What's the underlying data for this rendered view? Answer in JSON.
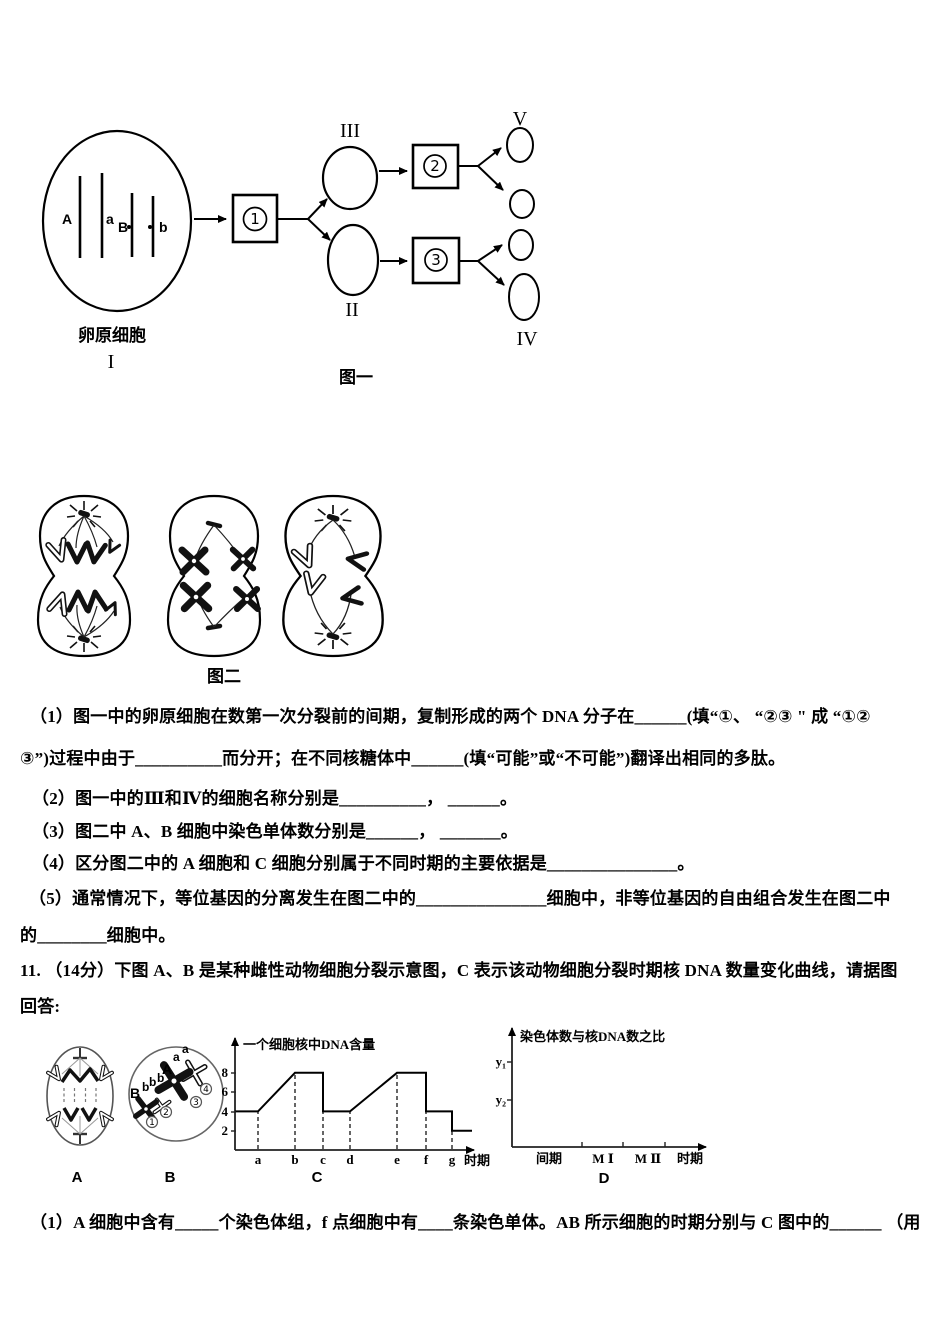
{
  "page": {
    "background": "#ffffff",
    "ink": "#000000"
  },
  "figure1": {
    "caption": "图一",
    "oogonium": {
      "name": "卵原细胞",
      "numeral": "I",
      "chromosome_labels": [
        "A",
        "a",
        "B",
        "b"
      ]
    },
    "boxes": [
      "1",
      "2",
      "3"
    ],
    "secondary_cells": {
      "top": "III",
      "bottom": "II"
    },
    "products": {
      "top": "V",
      "bottom": "IV"
    }
  },
  "figure2": {
    "caption": "图二"
  },
  "questions": {
    "q1_line1": "（1）图一中的卵原细胞在数第一次分裂前的间期，复制形成的两个 DNA 分子在______(填“①、 “②③ \" 成 “①②",
    "q1_line2": "③”)过程中由于__________而分开；在不同核糖体中______(填“可能”或“不可能”)翻译出相同的多肽。",
    "q2": "（2）图一中的Ⅲ和Ⅳ的细胞名称分别是__________， ______。",
    "q3": "（3）图二中 A、B 细胞中染色单体数分别是______， _______。",
    "q4": "（4）区分图二中的 A 细胞和 C 细胞分别属于不同时期的主要依据是_______________。",
    "q5_line1": "（5）通常情况下，等位基因的分离发生在图二中的_______________细胞中，非等位基因的自由组合发生在图二中",
    "q5_line2": "的________细胞中。",
    "q11_intro_line1": "11. （14分）下图 A、B 是某种雌性动物细胞分裂示意图，C 表示该动物细胞分裂时期核 DNA 数量变化曲线，请据图",
    "q11_intro_line2": "回答:",
    "q11_sub1": "（1）A 细胞中含有_____个染色体组，f 点细胞中有____条染色单体。AB 所示细胞的时期分别与 C 图中的______ （用"
  },
  "q11_figure": {
    "cell_a_label": "A",
    "cell_b_label": "B",
    "cell_b": {
      "letters_top": [
        "A",
        "a",
        "a"
      ],
      "letters_bottom": [
        "B",
        "b",
        "b",
        "b"
      ],
      "numbers": [
        "1",
        "2",
        "3",
        "4"
      ]
    }
  },
  "chart_data": [
    {
      "panel_label": "C",
      "type": "line",
      "title": "一个细胞核中DNA含量",
      "xlabel": "时期",
      "x_ticks": [
        "a",
        "b",
        "c",
        "d",
        "e",
        "f",
        "g"
      ],
      "y_ticks": [
        "8",
        "6",
        "4",
        "2"
      ],
      "ylim": [
        0,
        9
      ],
      "grid": false,
      "curve": [
        [
          "start",
          4
        ],
        [
          "a",
          4
        ],
        [
          "b",
          8
        ],
        [
          "c",
          8
        ],
        [
          "c",
          4
        ],
        [
          "d",
          4
        ],
        [
          "e",
          8
        ],
        [
          "f",
          8
        ],
        [
          "f",
          4
        ],
        [
          "g",
          4
        ],
        [
          "g",
          2
        ],
        [
          "end",
          2
        ]
      ],
      "guides": [
        [
          "a",
          4
        ],
        [
          "b",
          8
        ],
        [
          "c",
          8
        ],
        [
          "d",
          4
        ],
        [
          "e",
          8
        ],
        [
          "f",
          8
        ],
        [
          "g",
          4
        ]
      ]
    },
    {
      "panel_label": "D",
      "type": "line",
      "title": "染色体数与核DNA数之比",
      "xlabel": "时期",
      "x_ticks": [
        "间期",
        "M Ⅰ",
        "M Ⅱ"
      ],
      "y_ticks": [
        "y₁",
        "y₂"
      ],
      "curve": []
    }
  ]
}
